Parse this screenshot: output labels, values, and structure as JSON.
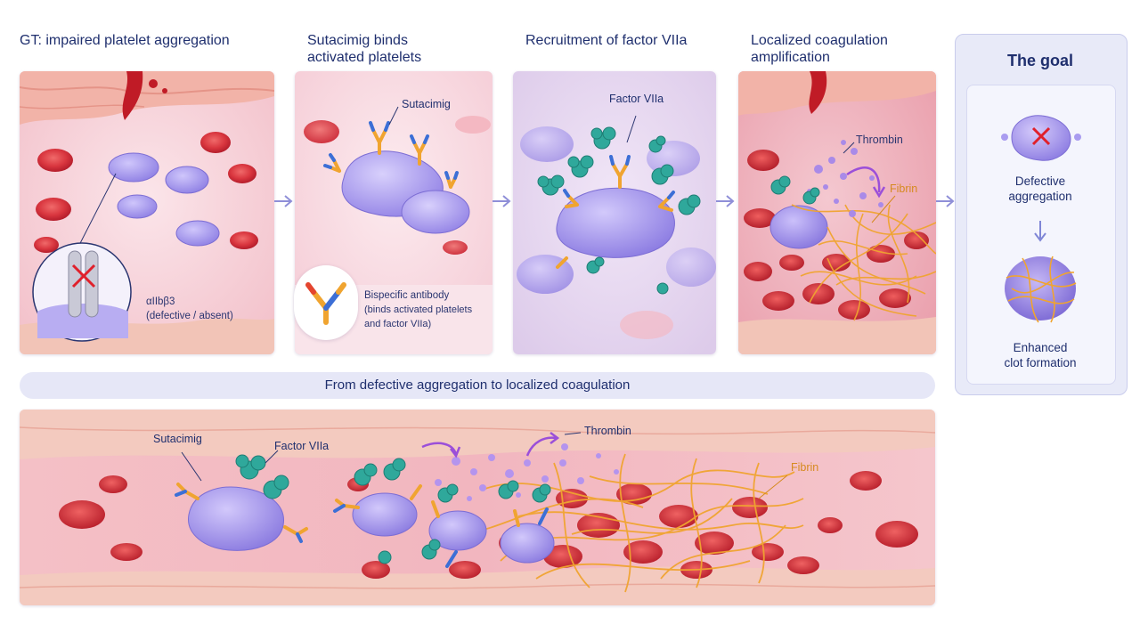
{
  "steps": [
    {
      "title": "GT: impaired platelet aggregation",
      "labels": {
        "receptor": "αIIbβ3",
        "receptor_note": "(defective / absent)"
      }
    },
    {
      "title_line1": "Sutacimig binds",
      "title_line2": "activated platelets",
      "labels": {
        "drug": "Sutacimig",
        "legend_line1": "Bispecific antibody",
        "legend_line2": "(binds activated platelets",
        "legend_line3": "and factor VIIa)"
      }
    },
    {
      "title": "Recruitment of factor VIIa",
      "labels": {
        "factor": "Factor VIIa"
      }
    },
    {
      "title_line1": "Localized coagulation",
      "title_line2": "amplification",
      "labels": {
        "thrombin": "Thrombin",
        "fibrin": "Fibrin"
      }
    }
  ],
  "goal": {
    "title": "The goal",
    "defective_line1": "Defective",
    "defective_line2": "aggregation",
    "enhanced_line1": "Enhanced",
    "enhanced_line2": "clot formation"
  },
  "banner": "From defective aggregation to localized coagulation",
  "bottom": {
    "sutacimig": "Sutacimig",
    "factor": "Factor VIIa",
    "thrombin": "Thrombin",
    "fibrin": "Fibrin"
  },
  "colors": {
    "title_text": "#1f2f6e",
    "platelet": "#a99cf0",
    "rbc": "#d9363f",
    "fibrin": "#f0a430",
    "factor": "#2fa89b",
    "thrombin_arrow": "#9b4fd9",
    "arrow": "#8f8fd8"
  }
}
